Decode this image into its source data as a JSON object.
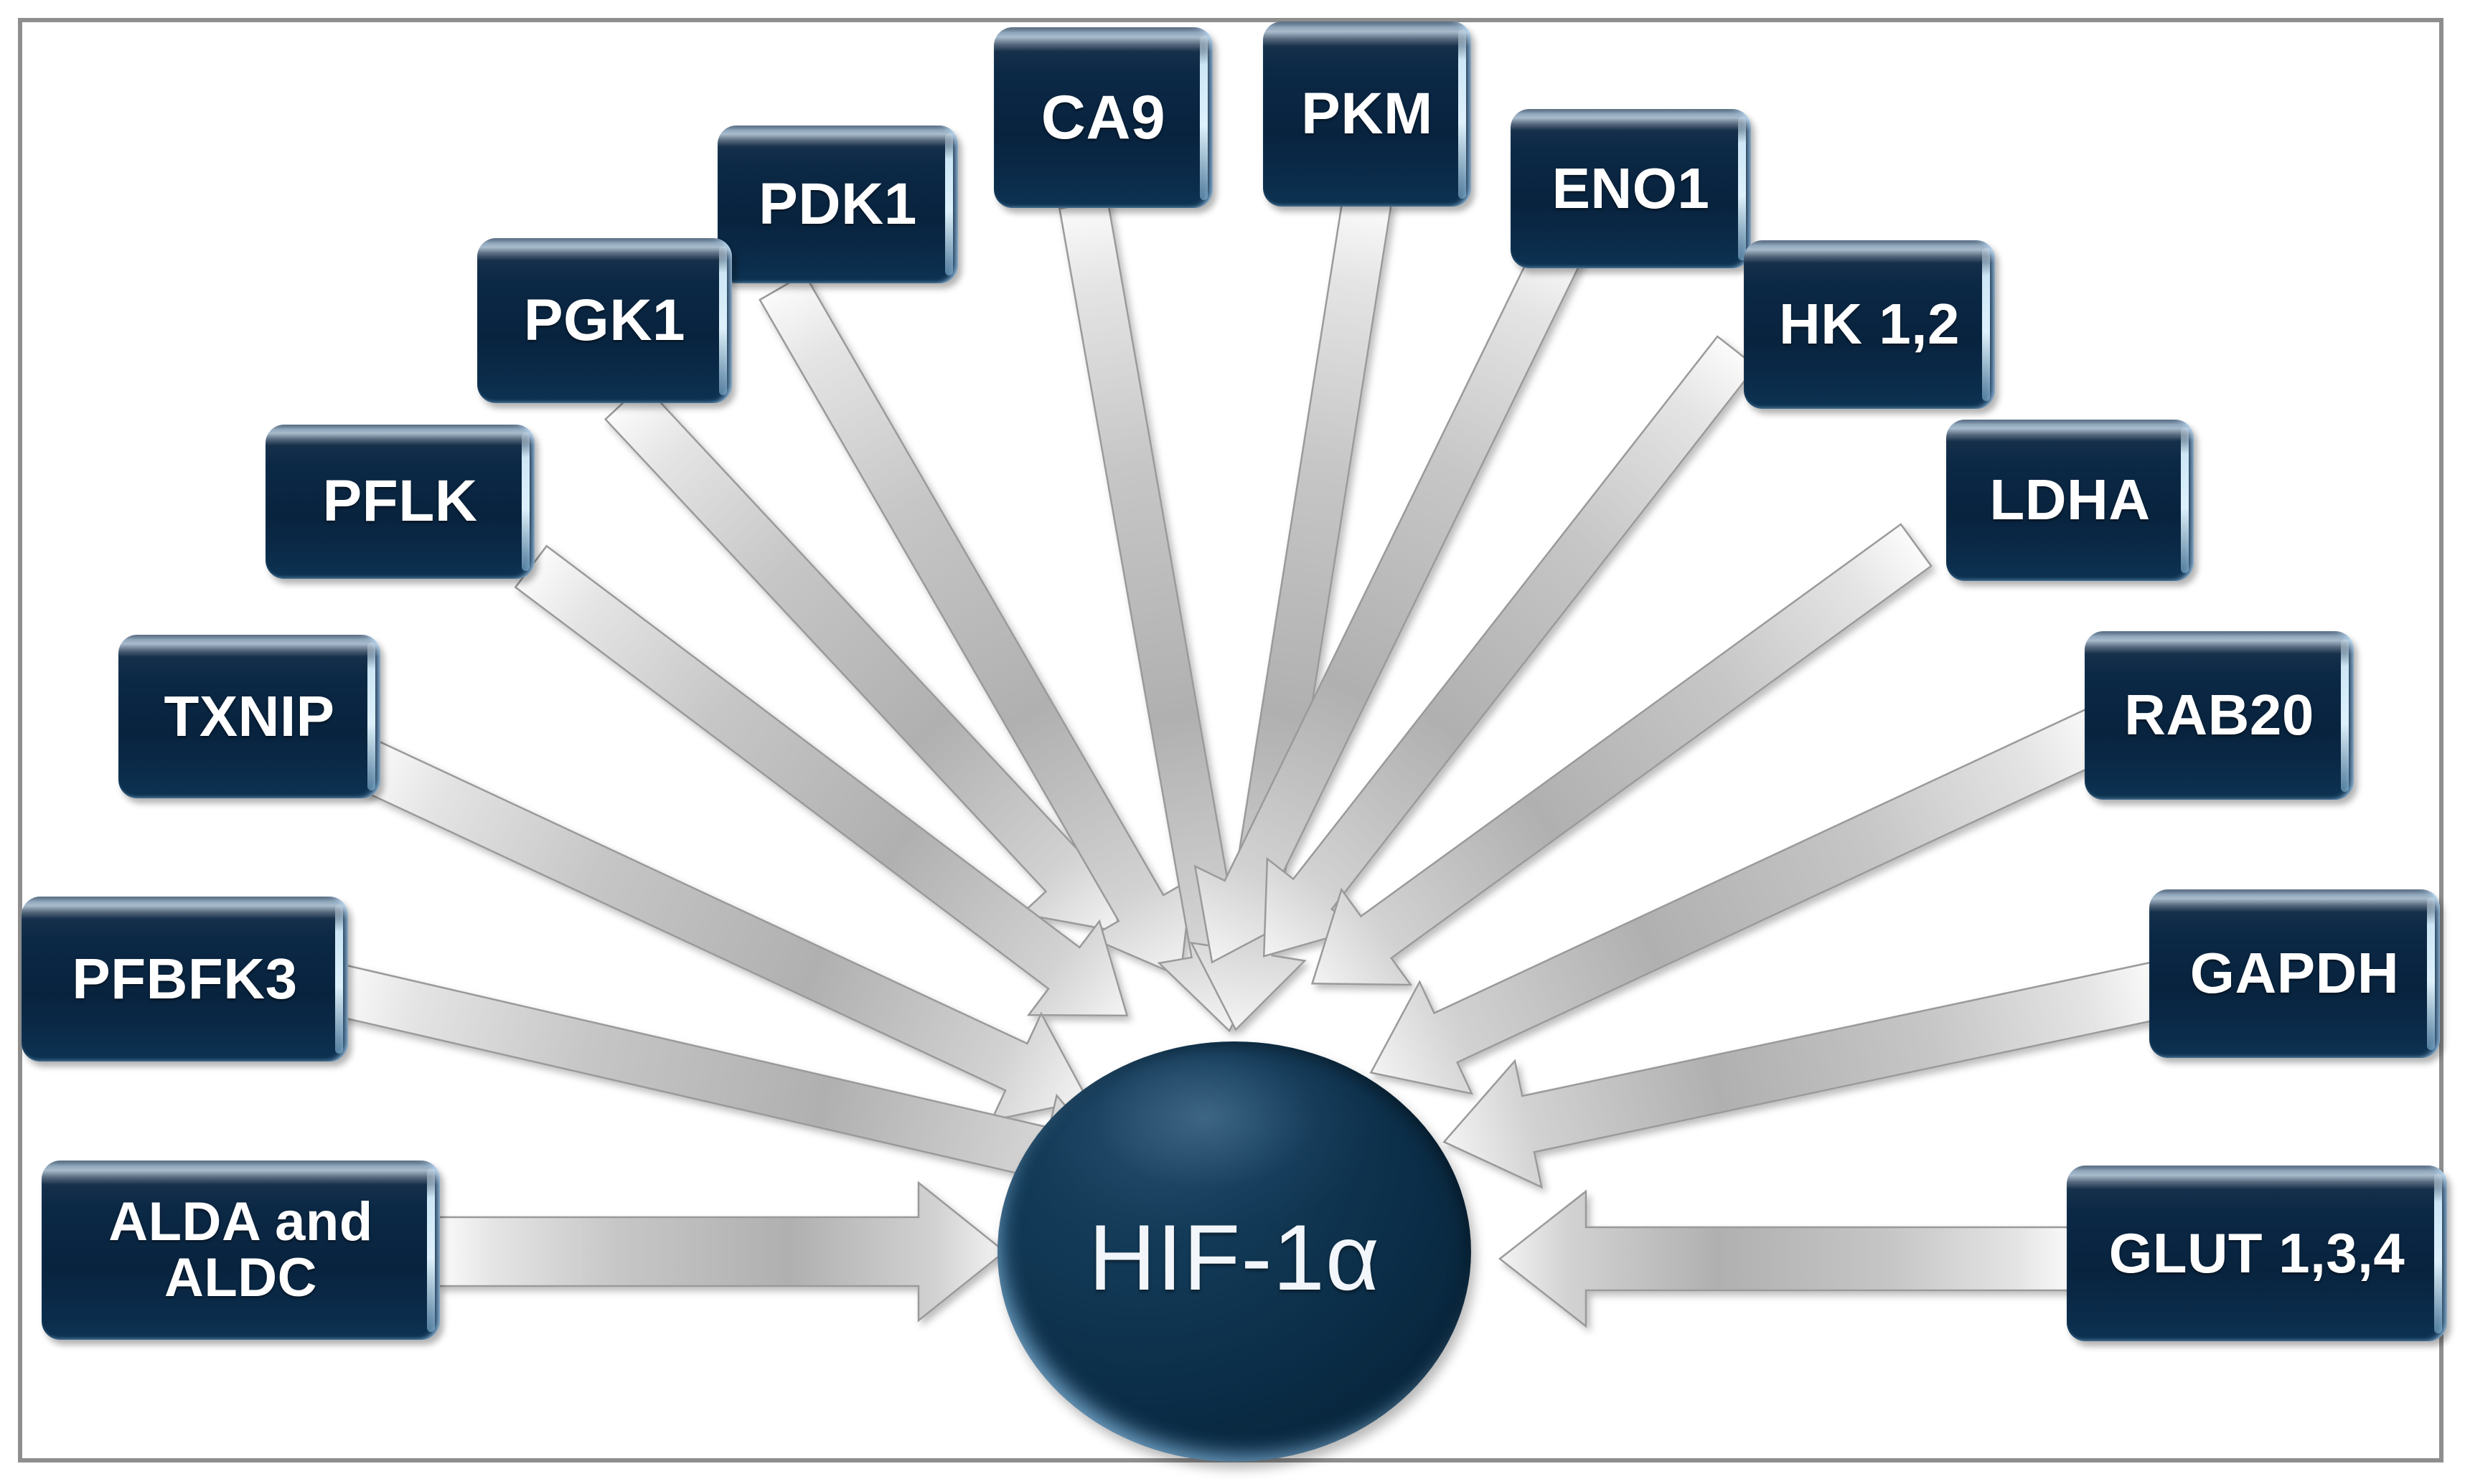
{
  "figure": {
    "title_node": "HIF-1α",
    "frame_border_color": "#8e8e8e",
    "background": "#ffffff",
    "node_fill": "#0b2845",
    "node_text_color": "#ffffff",
    "arrow_color": "#b7b7b7"
  },
  "chart_data": {
    "type": "diagram",
    "layout": "radial-hub-and-spoke",
    "hub": "HIF-1α",
    "edge_direction": "spoke-to-hub",
    "edge_count": 14,
    "nodes": [
      {
        "id": "pfbfk3",
        "label": "PFBFK3",
        "side": "left"
      },
      {
        "id": "txnip",
        "label": "TXNIP",
        "side": "left"
      },
      {
        "id": "pflk",
        "label": "PFLK",
        "side": "left"
      },
      {
        "id": "pgk1",
        "label": "PGK1",
        "side": "left"
      },
      {
        "id": "pdk1",
        "label": "PDK1",
        "side": "left"
      },
      {
        "id": "ca9",
        "label": "CA9",
        "side": "top"
      },
      {
        "id": "pkm",
        "label": "PKM",
        "side": "top"
      },
      {
        "id": "eno1",
        "label": "ENO1",
        "side": "right"
      },
      {
        "id": "hk12",
        "label": "HK 1,2",
        "side": "right"
      },
      {
        "id": "ldha",
        "label": "LDHA",
        "side": "right"
      },
      {
        "id": "rab20",
        "label": "RAB20",
        "side": "right"
      },
      {
        "id": "gapdh",
        "label": "GAPDH",
        "side": "right"
      },
      {
        "id": "glut134",
        "label": "GLUT 1,3,4",
        "side": "right"
      },
      {
        "id": "alda_aldc",
        "label": "ALDA and\nALDC",
        "side": "left",
        "line1": "ALDA and",
        "line2": "ALDC"
      }
    ]
  },
  "nodes": {
    "ca9": {
      "label": "CA9"
    },
    "pkm": {
      "label": "PKM"
    },
    "pdk1": {
      "label": "PDK1"
    },
    "pgk1": {
      "label": "PGK1"
    },
    "eno1": {
      "label": "ENO1"
    },
    "hk12": {
      "label": "HK 1,2"
    },
    "pflk": {
      "label": "PFLK"
    },
    "ldha": {
      "label": "LDHA"
    },
    "txnip": {
      "label": "TXNIP"
    },
    "rab20": {
      "label": "RAB20"
    },
    "pfbfk3": {
      "label": "PFBFK3"
    },
    "gapdh": {
      "label": "GAPDH"
    },
    "alda_line1": {
      "label": "ALDA and"
    },
    "alda_line2": {
      "label": "ALDC"
    },
    "glut134": {
      "label": "GLUT 1,3,4"
    },
    "hif1a": {
      "label": "HIF-1α"
    }
  }
}
